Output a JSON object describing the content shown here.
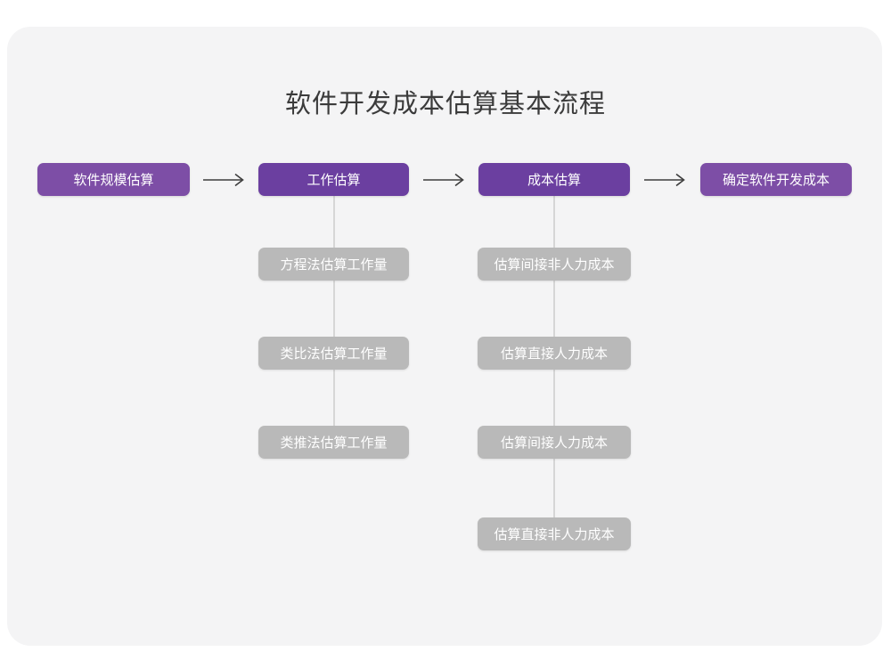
{
  "diagram": {
    "title": "软件开发成本估算基本流程",
    "colors": {
      "background": "#ffffff",
      "card": "#f4f4f5",
      "primary": "#6b3fa0",
      "primary_light": "#7d4ea6",
      "sub": "#b9b9b9",
      "connector": "#d6d6d6",
      "title_text": "#3b3b3b",
      "node_text": "#ffffff"
    },
    "main_flow": [
      {
        "id": "step-1",
        "label": "软件规模估算"
      },
      {
        "id": "step-2",
        "label": "工作估算"
      },
      {
        "id": "step-3",
        "label": "成本估算"
      },
      {
        "id": "step-4",
        "label": "确定软件开发成本"
      }
    ],
    "arrows": [
      {
        "id": "arrow-1",
        "glyph": "arrow-right-icon"
      },
      {
        "id": "arrow-2",
        "glyph": "arrow-right-icon"
      },
      {
        "id": "arrow-3",
        "glyph": "arrow-right-icon"
      }
    ],
    "branches": [
      {
        "parent": "工作估算",
        "items": [
          "方程法估算工作量",
          "类比法估算工作量",
          "类推法估算工作量"
        ]
      },
      {
        "parent": "成本估算",
        "items": [
          "估算间接非人力成本",
          "估算直接人力成本",
          "估算间接人力成本",
          "估算直接非人力成本"
        ]
      }
    ]
  }
}
